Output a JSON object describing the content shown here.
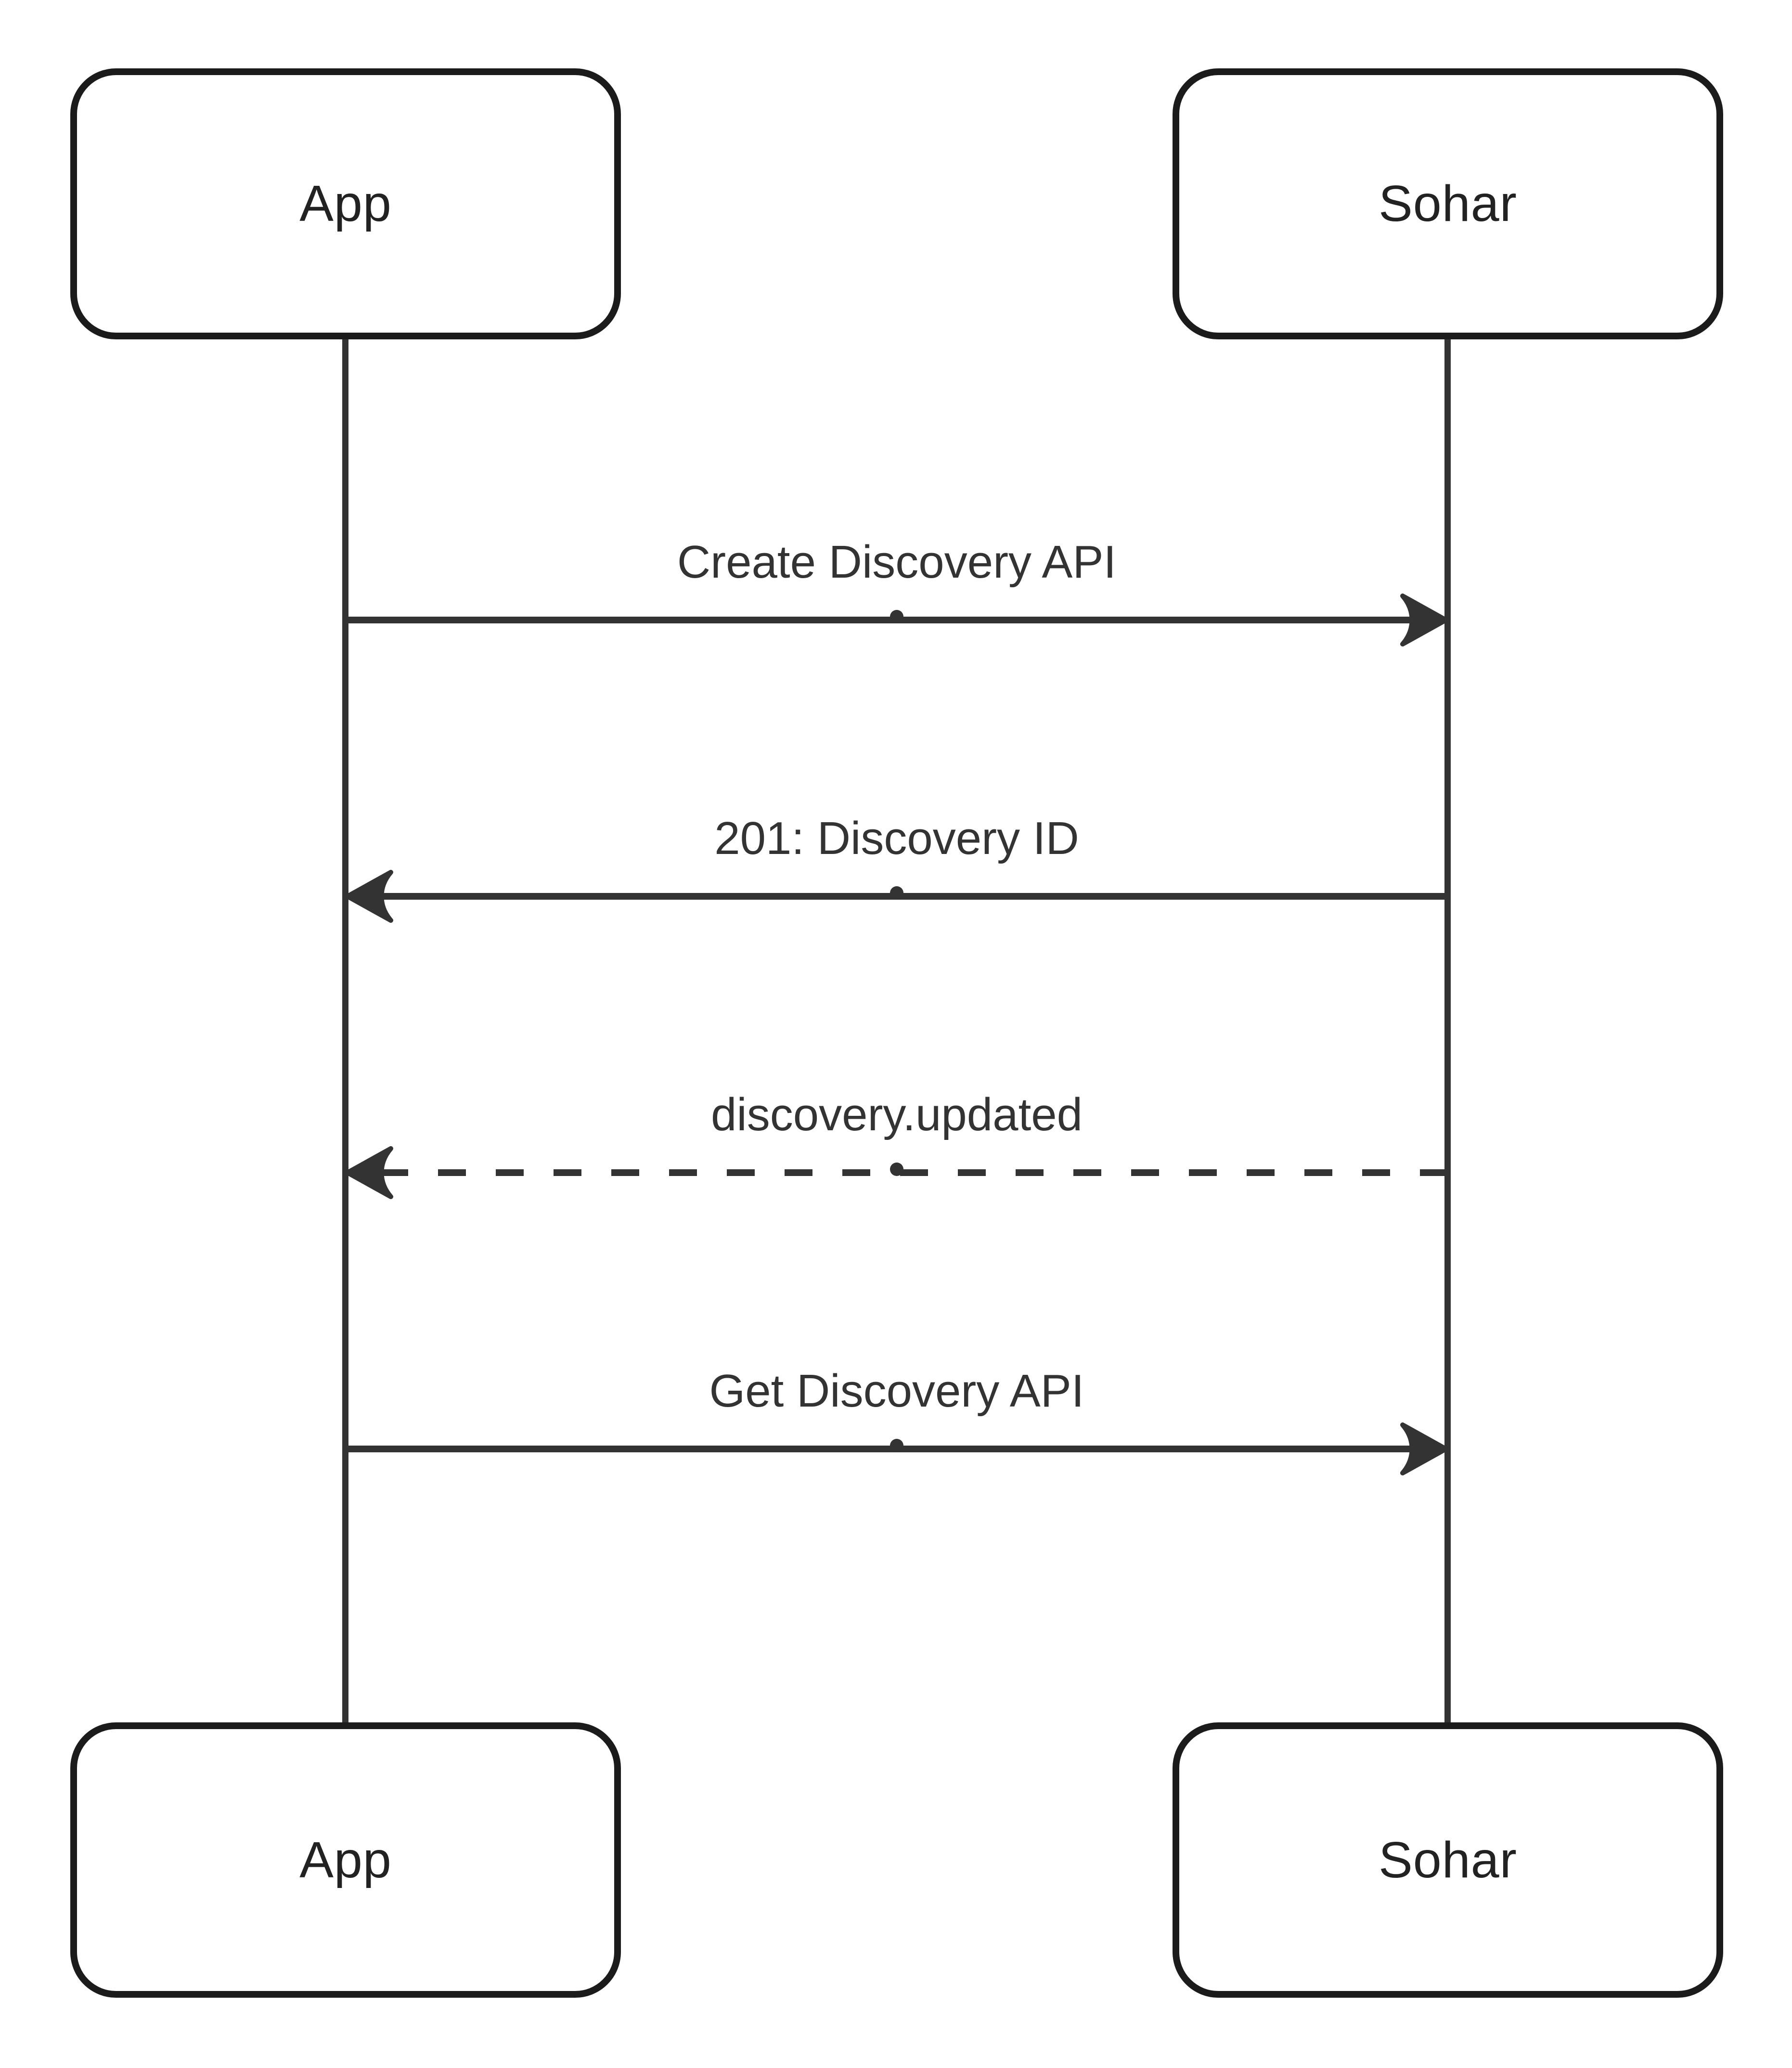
{
  "diagram": {
    "type": "sequence"
  },
  "actors": [
    {
      "label": "App"
    },
    {
      "label": "Sohar"
    }
  ],
  "messages": [
    {
      "label": "Create Discovery API",
      "from": "App",
      "to": "Sohar",
      "line": "solid",
      "direction": "right"
    },
    {
      "label": "201: Discovery ID",
      "from": "Sohar",
      "to": "App",
      "line": "solid",
      "direction": "left"
    },
    {
      "label": "discovery.updated",
      "from": "Sohar",
      "to": "App",
      "line": "dashed",
      "direction": "left"
    },
    {
      "label": "Get Discovery API",
      "from": "App",
      "to": "Sohar",
      "line": "solid",
      "direction": "right"
    }
  ],
  "colors": {
    "background": "#ffffff",
    "line": "#333333",
    "actor_border": "#1b1b1b",
    "message_text": "#333333",
    "actor_text": "#222222"
  }
}
